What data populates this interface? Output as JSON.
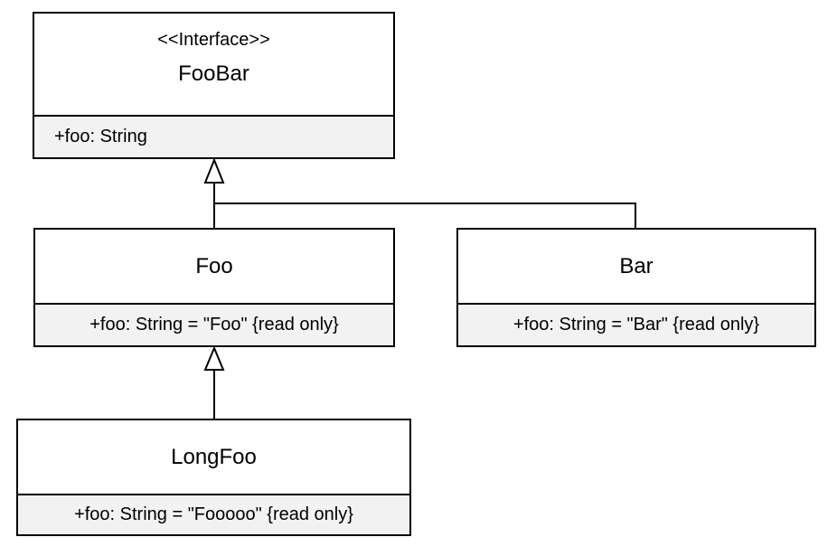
{
  "diagram": {
    "type": "uml-class-diagram",
    "colors": {
      "background": "#ffffff",
      "stroke": "#000000",
      "attr_fill": "#f2f2f2"
    },
    "classes": [
      {
        "id": "foobar",
        "stereotype": "<<Interface>>",
        "name": "FooBar",
        "attributes": [
          "+foo: String"
        ]
      },
      {
        "id": "foo",
        "stereotype": "",
        "name": "Foo",
        "attributes": [
          "+foo: String = \"Foo\" {read only}"
        ]
      },
      {
        "id": "bar",
        "stereotype": "",
        "name": "Bar",
        "attributes": [
          "+foo: String = \"Bar\" {read only}"
        ]
      },
      {
        "id": "longfoo",
        "stereotype": "",
        "name": "LongFoo",
        "attributes": [
          "+foo: String = \"Fooooo\" {read only}"
        ]
      }
    ],
    "relationships": [
      {
        "type": "generalization",
        "from": "Foo",
        "to": "FooBar"
      },
      {
        "type": "generalization",
        "from": "Bar",
        "to": "FooBar"
      },
      {
        "type": "generalization",
        "from": "LongFoo",
        "to": "Foo"
      }
    ]
  }
}
